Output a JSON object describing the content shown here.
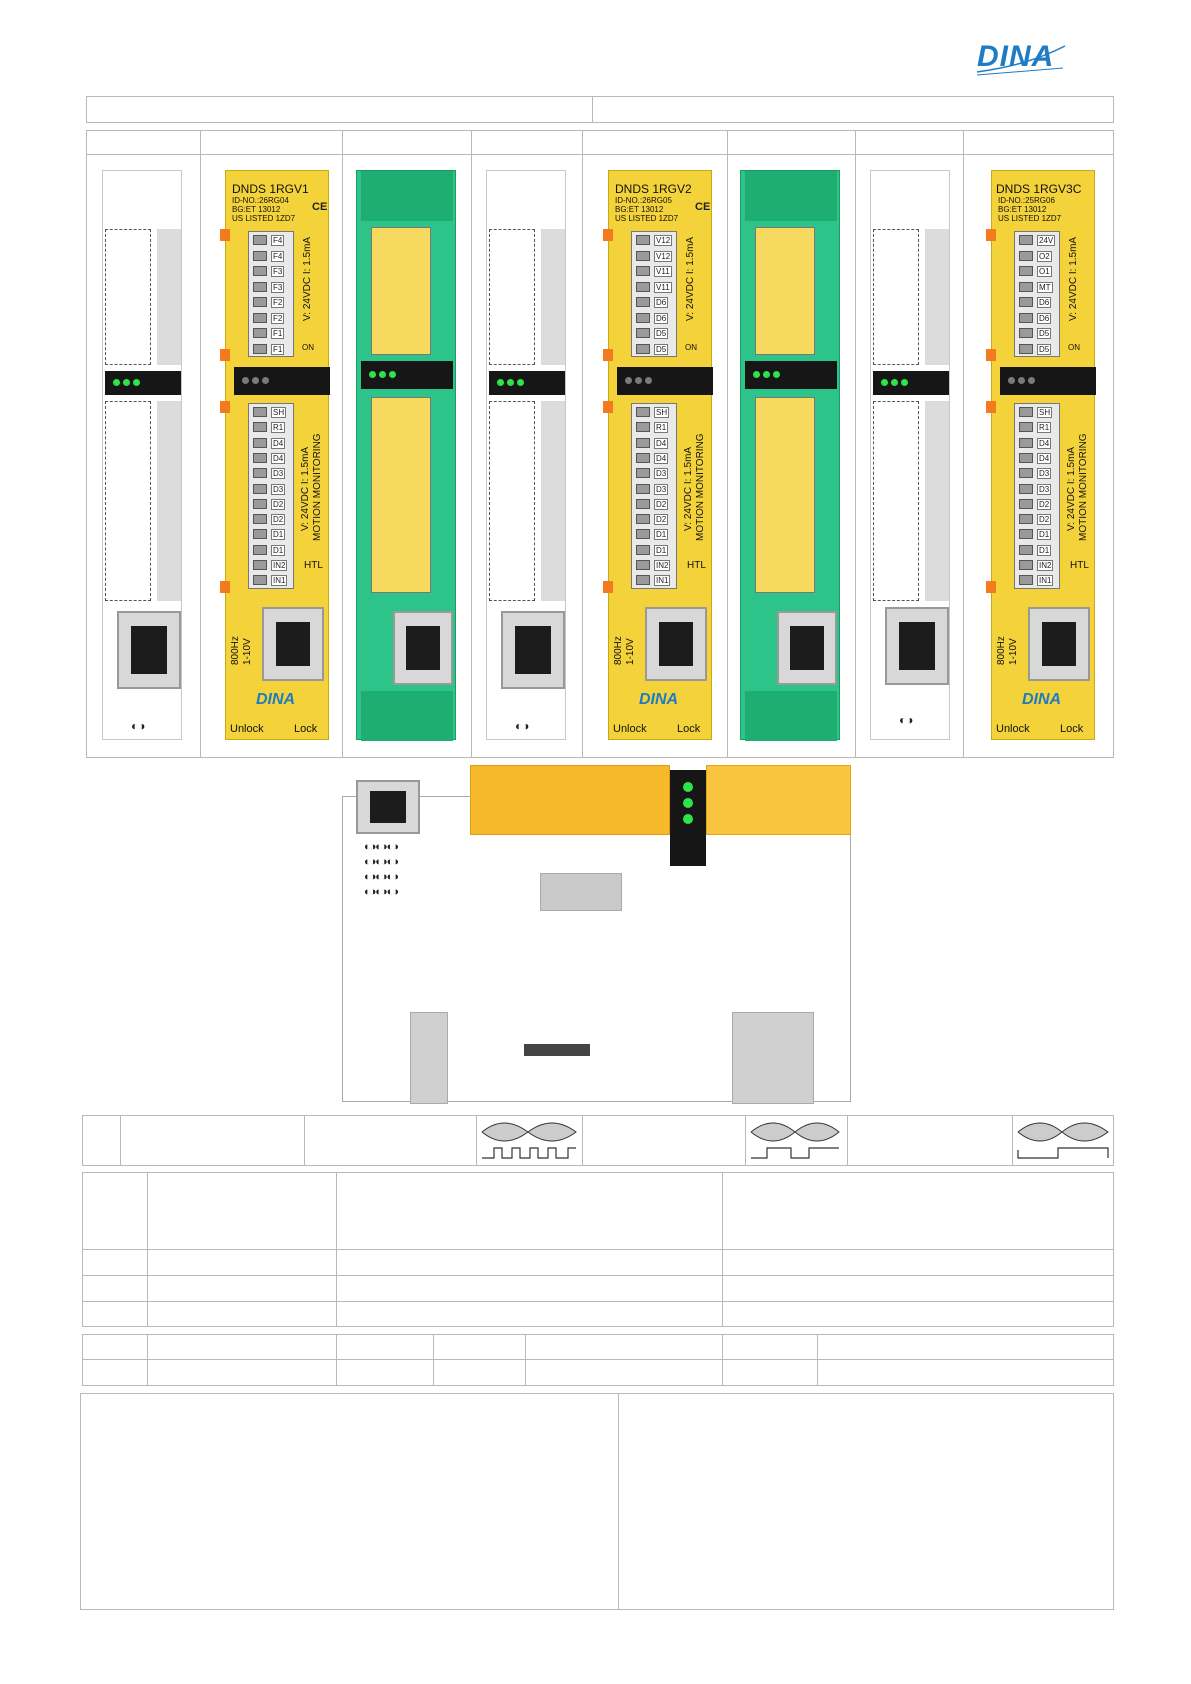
{
  "header": {
    "logo_text": "DINA",
    "brand_color": "#1e7bc4"
  },
  "modules": [
    {
      "kind": "yellow",
      "title": "DNDS 1RGV1",
      "id_no": "ID-NO.:26RG04",
      "bg": "BG:ET 13012",
      "us_listed": "US LISTED 1ZD7",
      "upper_spec": "V: 24VDC  I: 1.5mA",
      "lower_spec": "V: 24VDC  I: 1.5mA",
      "motion": "MOTION MONITORING",
      "upper_labels": [
        "F4",
        "F4",
        "F3",
        "F3",
        "F2",
        "F2",
        "F1",
        "F1"
      ],
      "lower_labels": [
        "SH",
        "R1",
        "D4",
        "D4",
        "D3",
        "D3",
        "D2",
        "D2",
        "D1",
        "D1",
        "IN2",
        "IN1"
      ],
      "on_label": "ON",
      "signal_label": "HTL",
      "freq_label": "800Hz",
      "volt_label": "1-10V",
      "unlock": "Unlock",
      "lock": "Lock",
      "logo": "DINA"
    },
    {
      "kind": "yellow",
      "title": "DNDS 1RGV2",
      "id_no": "ID-NO.:26RG05",
      "bg": "BG:ET 13012",
      "us_listed": "US LISTED 1ZD7",
      "upper_spec": "V: 24VDC  I: 1.5mA",
      "lower_spec": "V: 24VDC  I: 1.5mA",
      "motion": "MOTION MONITORING",
      "upper_labels": [
        "V12",
        "V12",
        "V11",
        "V11",
        "D6",
        "D6",
        "D5",
        "D5"
      ],
      "lower_labels": [
        "SH",
        "R1",
        "D4",
        "D4",
        "D3",
        "D3",
        "D2",
        "D2",
        "D1",
        "D1",
        "IN2",
        "IN1"
      ],
      "on_label": "ON",
      "signal_label": "HTL",
      "freq_label": "800Hz",
      "volt_label": "1-10V",
      "unlock": "Unlock",
      "lock": "Lock",
      "logo": "DINA"
    },
    {
      "kind": "yellow",
      "title": "DNDS 1RGV3C",
      "id_no": "ID-NO.:25RG06",
      "bg": "BG:ET 13012",
      "us_listed": "US LISTED 1ZD7",
      "upper_spec": "V: 24VDC  I: 1.5mA",
      "lower_spec": "V: 24VDC  I: 1.5mA",
      "motion": "MOTION MONITORING",
      "upper_labels": [
        "24V",
        "O2",
        "O1",
        "MT",
        "D6",
        "D6",
        "D5",
        "D5"
      ],
      "lower_labels": [
        "SH",
        "R1",
        "D4",
        "D4",
        "D3",
        "D3",
        "D2",
        "D2",
        "D1",
        "D1",
        "IN2",
        "IN1"
      ],
      "on_label": "ON",
      "signal_label": "HTL",
      "freq_label": "800Hz",
      "volt_label": "1-10V",
      "unlock": "Unlock",
      "lock": "Lock",
      "logo": "DINA"
    }
  ],
  "colors": {
    "module_yellow": "#f3d23a",
    "module_green": "#2cc488",
    "led_green": "#2ee24a",
    "terminal_orange": "#f47a20",
    "board_connector": "#f6b92c"
  }
}
